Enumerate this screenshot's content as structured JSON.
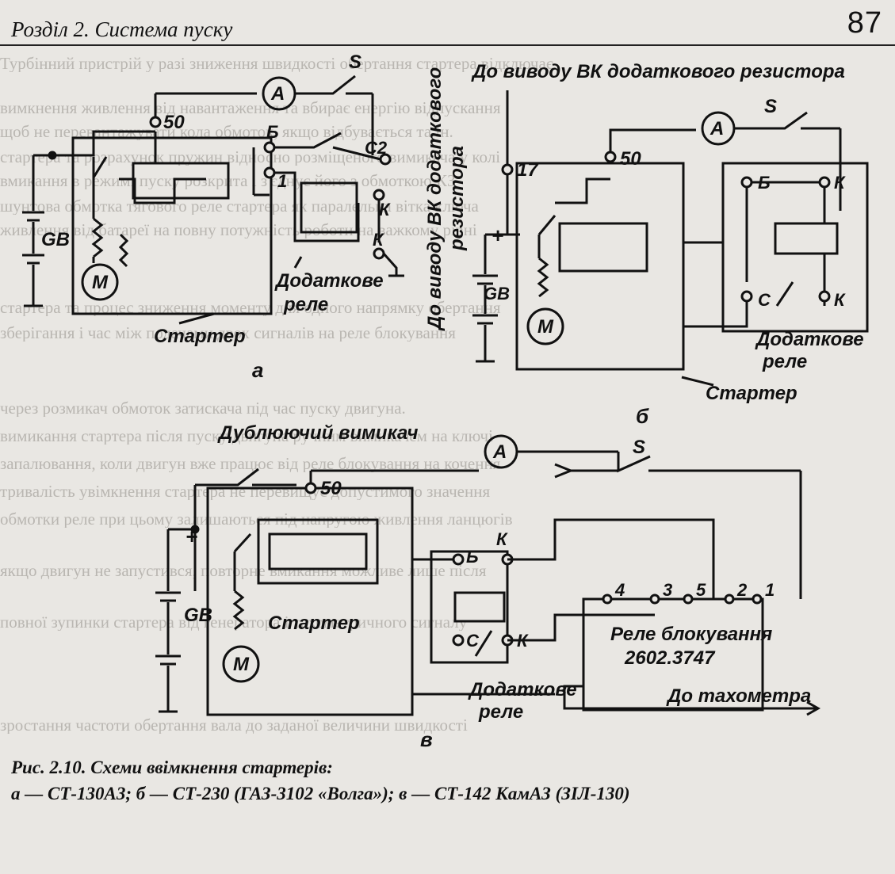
{
  "header": {
    "section_title": "Розділ 2. Система пуску",
    "page_number": "87"
  },
  "bleed_lines": [
    "Турбінний пристрій у разі зниження швидкості обертання стартера відключає",
    "вимкнення живлення від навантаження та вбирає енергію відпускання",
    "щоб не перевантажувати кола обмоток, якщо відбувається та ін.",
    "стартера та розрахунок пружин відносно розміщеного вимикача у колі",
    "вмикання в режимі пуску розкрита і з'єднує його з обмоткою КЗ",
    "шунтова обмотка тягового реле стартера як паралельна вітка ключа",
    "живлення від батареї на повну потужність роботи на важкому рівні",
    "стартера та процес зниження моменту для одного напрямку обертання",
    "зберігання і час між подачами двох сигналів на реле блокування",
    "через розмикач обмоток затискача під час пуску двигуна.",
    "вимикання стартера після пуску двигуна ручним вимикачем на ключі",
    "запалювання, коли двигун вже працює від реле блокування на кочення",
    "тривалість увімкнення стартера не перевищує допустимого значення",
    "обмотки реле при цьому залишаються під напругою живлення ланцюгів",
    "якщо двигун не запустився, повторне вмикання можливе лише після",
    "повної зупинки стартера від генератора і тахометричного сигналу",
    "зростання частоти обертання вала до заданої величини швидкості"
  ],
  "diagram_a": {
    "terminals": {
      "t50": "50",
      "tB": "Б",
      "tC2": "С2",
      "t1": "1",
      "tK": "К",
      "tK2": "К"
    },
    "ammeter": "А",
    "switch": "S",
    "battery": "GB",
    "motor": "М",
    "relay_label": [
      "Додаткове",
      "реле"
    ],
    "starter_label": "Стартер",
    "letter": "а"
  },
  "diagram_b": {
    "vertical_label": [
      "До виводу ВК додаткового",
      "резистора"
    ],
    "top_label": "До виводу ВК додаткового резистора",
    "terminals": {
      "t17": "17",
      "t50": "50",
      "tB": "Б",
      "tK1": "К",
      "tC": "С",
      "tK2": "К"
    },
    "ammeter": "А",
    "switch": "S",
    "battery": "GB",
    "motor": "М",
    "relay_label": [
      "Додаткове",
      "реле"
    ],
    "starter_label": "Стартер",
    "letter": "б"
  },
  "diagram_c": {
    "title": "Дублюючий вимикач",
    "terminals": {
      "t50": "50",
      "tB": "Б",
      "tK1": "К",
      "tC": "С",
      "tK2": "К"
    },
    "block_terminals": [
      "4",
      "3",
      "5",
      "2",
      "1"
    ],
    "ammeter": "А",
    "switch": "S",
    "battery": "GB",
    "motor": "М",
    "starter_label": "Стартер",
    "relay_label": [
      "Додаткове",
      "реле"
    ],
    "block_relay_label": [
      "Реле блокування",
      "2602.3747"
    ],
    "tachometer_label": "До тахометра",
    "letter": "в"
  },
  "caption": {
    "line1": "Рис. 2.10. Схеми ввімкнення стартерів:",
    "line2": "а — СТ-130А3; б — СТ-230 (ГАЗ-3102 «Волга»); в — СТ-142 КамАЗ (ЗІЛ-130)"
  }
}
